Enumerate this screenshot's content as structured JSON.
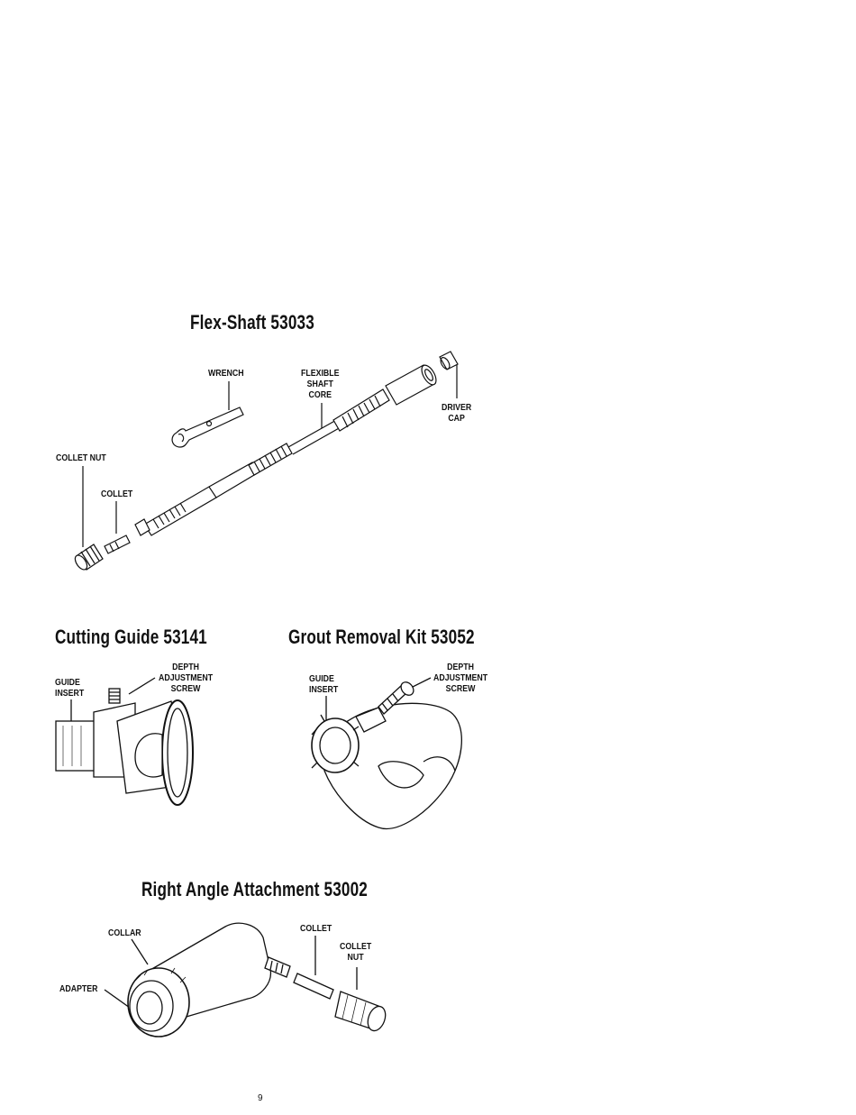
{
  "flex_shaft": {
    "title": "Flex-Shaft 53033",
    "labels": {
      "wrench": "WRENCH",
      "flexible_shaft_core": [
        "FLEXIBLE",
        "SHAFT",
        "CORE"
      ],
      "driver_cap": [
        "DRIVER",
        "CAP"
      ],
      "collet_nut": "COLLET NUT",
      "collet": "COLLET"
    }
  },
  "cutting_guide": {
    "title": "Cutting Guide 53141",
    "labels": {
      "guide_insert": [
        "GUIDE",
        "INSERT"
      ],
      "depth_adjustment_screw": [
        "DEPTH",
        "ADJUSTMENT",
        "SCREW"
      ]
    }
  },
  "grout_removal_kit": {
    "title": "Grout Removal Kit 53052",
    "labels": {
      "guide_insert": [
        "GUIDE",
        "INSERT"
      ],
      "depth_adjustment_screw": [
        "DEPTH",
        "ADJUSTMENT",
        "SCREW"
      ]
    }
  },
  "right_angle_attachment": {
    "title": "Right Angle Attachment 53002",
    "labels": {
      "collar": "COLLAR",
      "adapter": "ADAPTER",
      "collet": "COLLET",
      "collet_nut": [
        "COLLET",
        "NUT"
      ]
    }
  },
  "page_number": "9"
}
